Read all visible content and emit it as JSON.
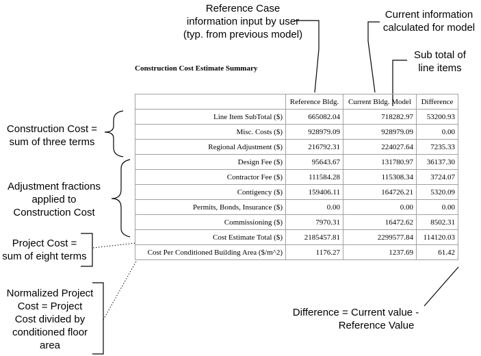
{
  "title": "Construction Cost Estimate Summary",
  "table": {
    "headers": [
      "",
      "Reference Bldg.",
      "Current Bldg. Model",
      "Difference"
    ],
    "rows": [
      {
        "label": "Line Item SubTotal ($)",
        "ref": "665082.04",
        "cur": "718282.97",
        "diff": "53200.93"
      },
      {
        "label": "Misc. Costs ($)",
        "ref": "928979.09",
        "cur": "928979.09",
        "diff": "0.00"
      },
      {
        "label": "Regional Adjustment ($)",
        "ref": "216792.31",
        "cur": "224027.64",
        "diff": "7235.33"
      },
      {
        "label": "Design Fee ($)",
        "ref": "95643.67",
        "cur": "131780.97",
        "diff": "36137.30"
      },
      {
        "label": "Contractor Fee ($)",
        "ref": "111584.28",
        "cur": "115308.34",
        "diff": "3724.07"
      },
      {
        "label": "Contigency ($)",
        "ref": "159406.11",
        "cur": "164726.21",
        "diff": "5320.09"
      },
      {
        "label": "Permits, Bonds, Insurance ($)",
        "ref": "0.00",
        "cur": "0.00",
        "diff": "0.00"
      },
      {
        "label": "Commissioning ($)",
        "ref": "7970.31",
        "cur": "16472.62",
        "diff": "8502.31"
      },
      {
        "label": "Cost Estimate Total ($)",
        "ref": "2185457.81",
        "cur": "2299577.84",
        "diff": "114120.03"
      },
      {
        "label": "Cost Per Conditioned Building Area ($/m^2)",
        "ref": "1176.27",
        "cur": "1237.69",
        "diff": "61.42"
      }
    ]
  },
  "annotations": {
    "reference_case": [
      "Reference Case",
      "information input by user",
      "(typ. from previous model)"
    ],
    "current_info": [
      "Current information",
      "calculated for model"
    ],
    "subtotal": [
      "Sub total of",
      "line items"
    ],
    "construction_cost": [
      "Construction Cost =",
      "sum of three terms"
    ],
    "adjustment": [
      "Adjustment fractions",
      "applied to",
      "Construction Cost"
    ],
    "project_cost": [
      "Project Cost =",
      "sum of eight terms"
    ],
    "normalized": [
      "Normalized Project",
      "Cost = Project",
      "Cost divided by",
      "conditioned floor",
      "area"
    ],
    "difference": [
      "Difference = Current value -",
      "Reference Value"
    ]
  }
}
